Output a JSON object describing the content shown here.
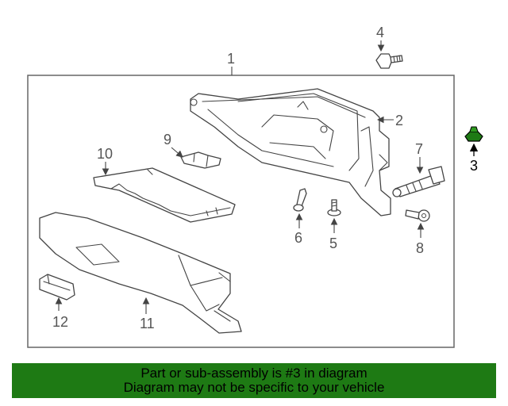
{
  "diagram": {
    "callouts": [
      "1",
      "2",
      "3",
      "4",
      "5",
      "6",
      "7",
      "8",
      "9",
      "10",
      "11",
      "12"
    ],
    "highlighted_callout": "3",
    "highlight_color": "#1e7a14"
  },
  "banner": {
    "line1": "Part or sub-assembly is #3 in diagram",
    "line2": "Diagram may not be specific to your vehicle",
    "background_color": "#1e7a14"
  }
}
